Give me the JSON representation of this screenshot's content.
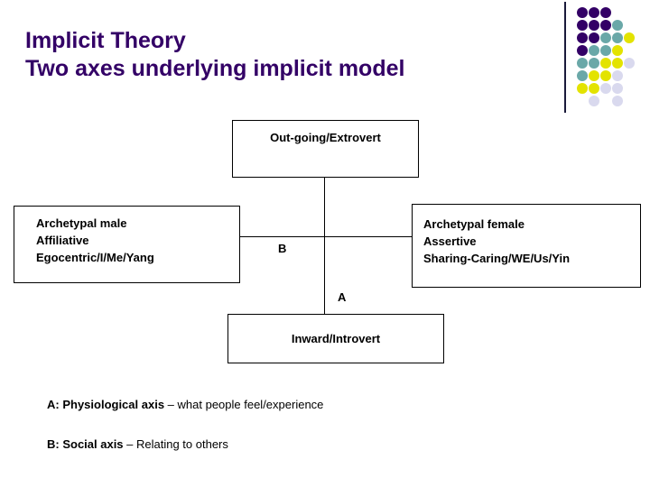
{
  "slide": {
    "title_lines": [
      "Implicit Theory",
      "Two axes underlying implicit model"
    ],
    "title_color": "#330066"
  },
  "decoration": {
    "name": "dot-grid-corner",
    "rule_color": "#1a1a3a",
    "palette": {
      "purple": "#330066",
      "teal": "#6aa8a8",
      "yellow": "#e3e300",
      "lavender": "#d9d9ee"
    },
    "rows": [
      [
        "purple",
        "purple",
        "purple",
        null,
        null,
        null
      ],
      [
        "purple",
        "purple",
        "purple",
        "teal",
        null,
        null
      ],
      [
        "purple",
        "purple",
        "teal",
        "teal",
        "yellow",
        null
      ],
      [
        "purple",
        "teal",
        "teal",
        "yellow",
        null,
        null
      ],
      [
        "teal",
        "teal",
        "yellow",
        "yellow",
        "lavender",
        null
      ],
      [
        "teal",
        "yellow",
        "yellow",
        "lavender",
        null,
        null
      ],
      [
        "yellow",
        "yellow",
        "lavender",
        "lavender",
        null,
        null
      ],
      [
        null,
        "lavender",
        null,
        "lavender",
        null,
        null
      ]
    ]
  },
  "diagram": {
    "boxes": {
      "top": {
        "text": "Out-going/Extrovert"
      },
      "left": {
        "lines": [
          "Archetypal male",
          "Affiliative",
          "Egocentric/I/Me/Yang"
        ]
      },
      "right": {
        "lines": [
          "Archetypal female",
          "Assertive",
          "Sharing-Caring/WE/Us/Yin"
        ]
      },
      "bottom": {
        "text": "Inward/Introvert"
      }
    },
    "axis_labels": {
      "vertical": "A",
      "horizontal": "B"
    }
  },
  "legend": {
    "items": [
      {
        "key": "A:",
        "term": " Physiological axis ",
        "tail": "– what people feel/experience"
      },
      {
        "key": "B:",
        "term": " Social axis ",
        "tail": "– Relating to others"
      }
    ]
  }
}
